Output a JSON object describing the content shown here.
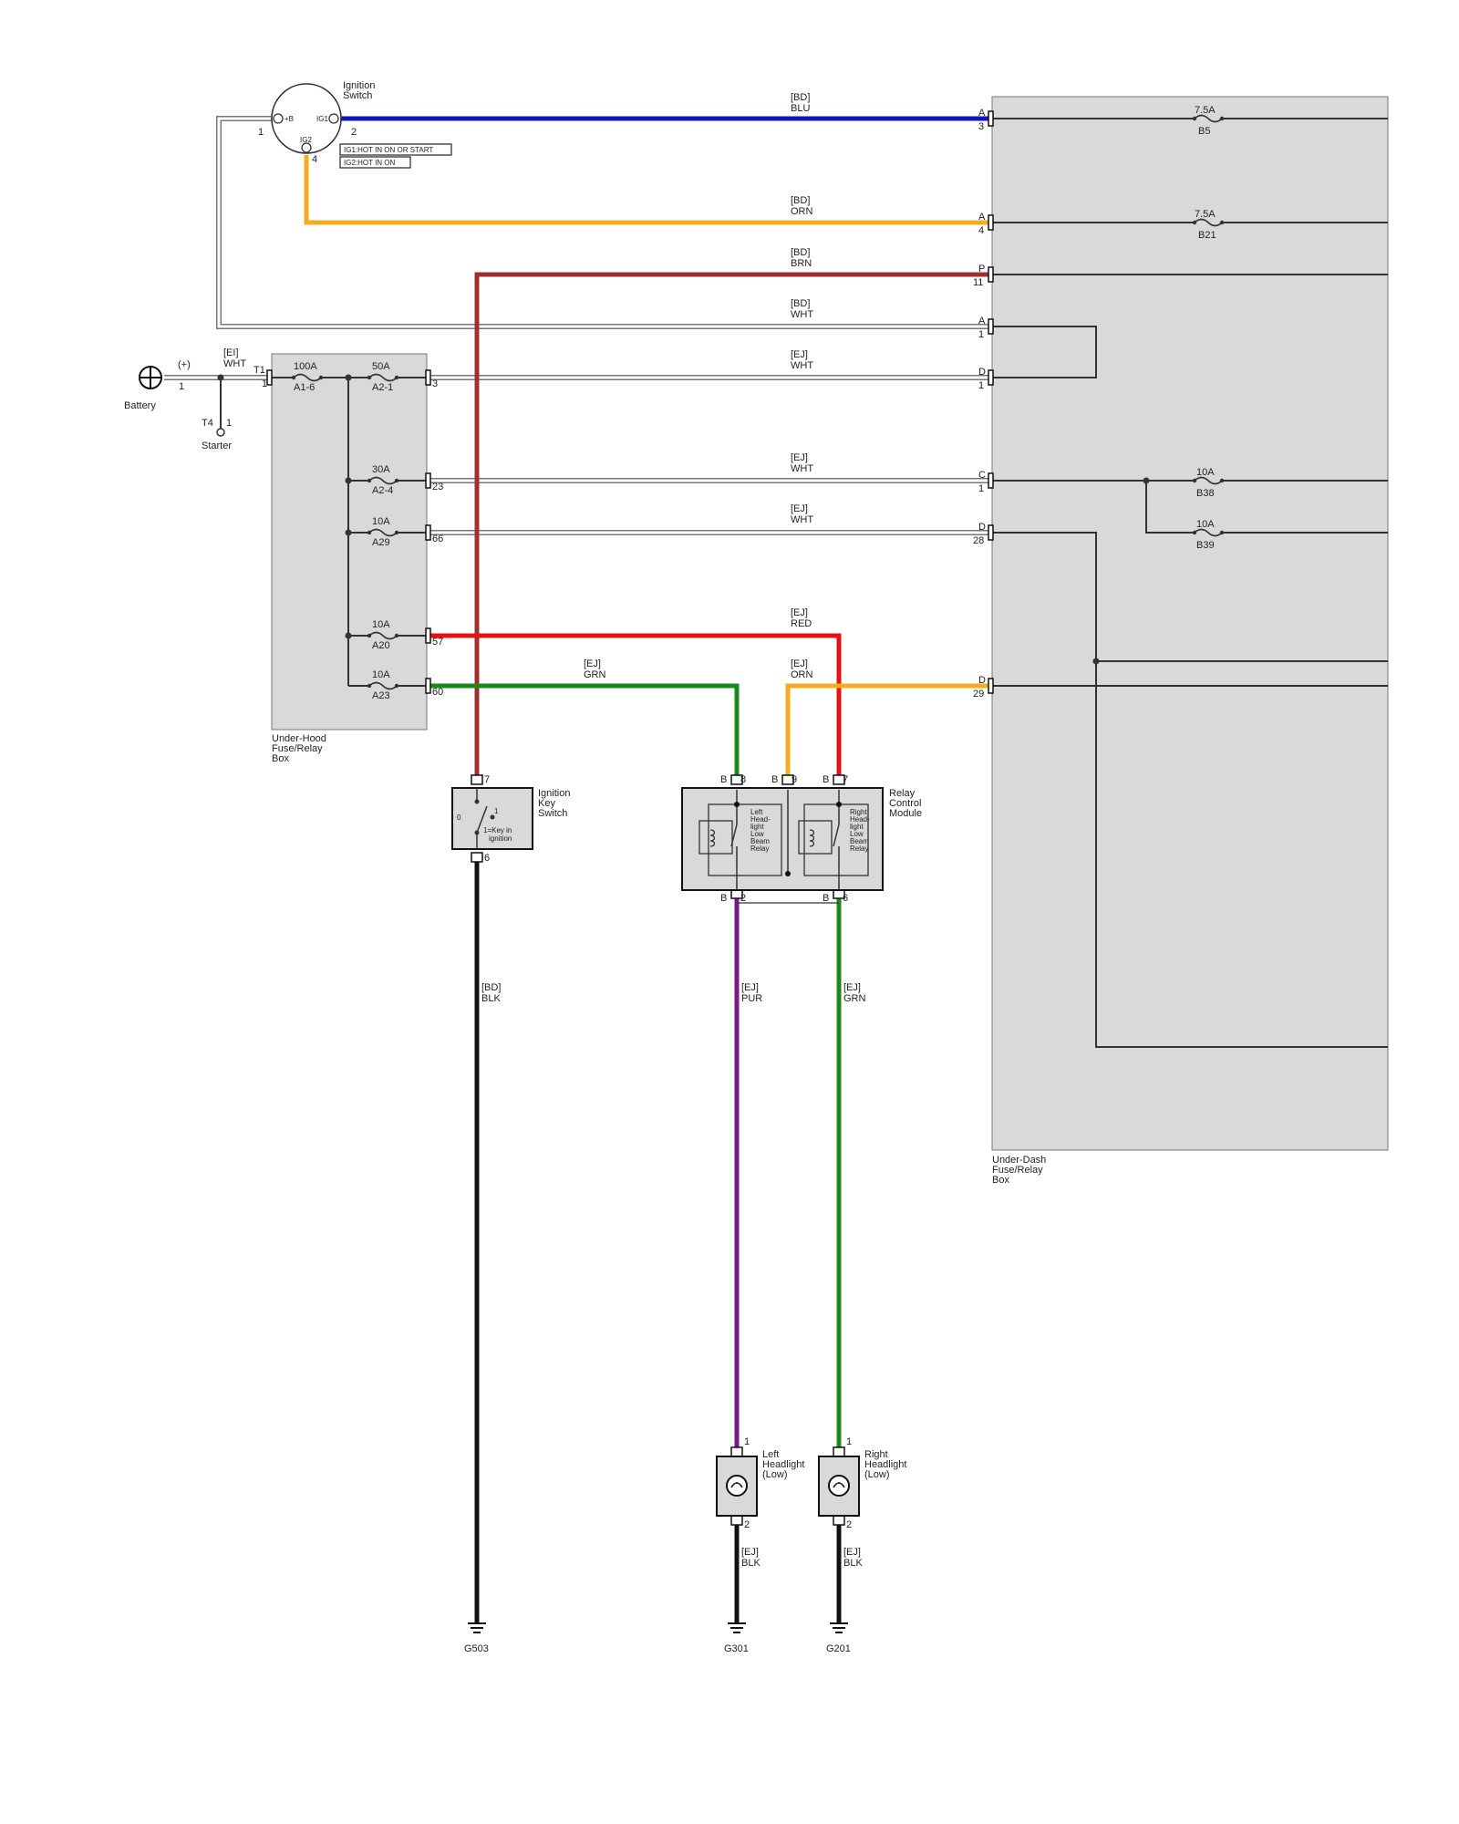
{
  "colors": {
    "blu": "#1010c8",
    "orn": "#f2ac1c",
    "brn": "#a03030",
    "red": "#e81010",
    "grn": "#1a8a1a",
    "pur": "#7a1a8a",
    "blk": "#111111",
    "wht": "#777777",
    "box": "#d9d9d9"
  },
  "ignition_switch": {
    "title1": "Ignition",
    "title2": "Switch",
    "pin_b": "+B",
    "pin_ig1": "IG1",
    "pin_ig2": "IG2",
    "pin1": "1",
    "pin2": "2",
    "pin4": "4",
    "note_ig1": "IG1:HOT IN ON OR START",
    "note_ig2": "IG2:HOT IN ON"
  },
  "battery": {
    "label": "Battery",
    "polarity": "(+)",
    "pin": "1"
  },
  "starter": {
    "label": "Starter",
    "conn": "T4",
    "pin": "1"
  },
  "underhood": {
    "line1": "Under-Hood",
    "line2": "Fuse/Relay",
    "line3": "Box",
    "t1": "T1",
    "t1pin": "1",
    "fuses": [
      {
        "rating": "100A",
        "id": "A1-6"
      },
      {
        "rating": "50A",
        "id": "A2-1"
      },
      {
        "rating": "30A",
        "id": "A2-4"
      },
      {
        "rating": "10A",
        "id": "A29"
      },
      {
        "rating": "10A",
        "id": "A20"
      },
      {
        "rating": "10A",
        "id": "A23"
      }
    ],
    "pins": [
      "3",
      "23",
      "66",
      "57",
      "60"
    ]
  },
  "underdash": {
    "line1": "Under-Dash",
    "line2": "Fuse/Relay",
    "line3": "Box",
    "fuses": [
      {
        "rating": "7.5A",
        "id": "B5"
      },
      {
        "rating": "7.5A",
        "id": "B21"
      },
      {
        "rating": "10A",
        "id": "B38"
      },
      {
        "rating": "10A",
        "id": "B39"
      }
    ],
    "conns": [
      {
        "letter": "A",
        "pin": "3"
      },
      {
        "letter": "A",
        "pin": "4"
      },
      {
        "letter": "P",
        "pin": "11"
      },
      {
        "letter": "A",
        "pin": "1"
      },
      {
        "letter": "D",
        "pin": "1"
      },
      {
        "letter": "C",
        "pin": "1"
      },
      {
        "letter": "D",
        "pin": "28"
      },
      {
        "letter": "D",
        "pin": "29"
      }
    ]
  },
  "wires": [
    {
      "harness": "[BD]",
      "color": "BLU"
    },
    {
      "harness": "[BD]",
      "color": "ORN"
    },
    {
      "harness": "[BD]",
      "color": "BRN"
    },
    {
      "harness": "[BD]",
      "color": "WHT"
    },
    {
      "harness": "[EJ]",
      "color": "WHT"
    },
    {
      "harness": "[EJ]",
      "color": "WHT"
    },
    {
      "harness": "[EJ]",
      "color": "WHT"
    },
    {
      "harness": "[EJ]",
      "color": "RED"
    },
    {
      "harness": "[EJ]",
      "color": "GRN"
    },
    {
      "harness": "[EJ]",
      "color": "ORN"
    },
    {
      "harness": "[BD]",
      "color": "BLK"
    },
    {
      "harness": "[EJ]",
      "color": "PUR"
    },
    {
      "harness": "[EJ]",
      "color": "GRN"
    },
    {
      "harness": "[EJ]",
      "color": "BLK"
    },
    {
      "harness": "[EJ]",
      "color": "BLK"
    },
    {
      "harness": "[EI]",
      "color": "WHT"
    }
  ],
  "ign_key_switch": {
    "line1": "Ignition",
    "line2": "Key",
    "line3": "Switch",
    "pin7": "7",
    "pin6": "6",
    "pos0": "0",
    "pos1": "1",
    "note1": "1=Key in",
    "note2": "ignition"
  },
  "relay_module": {
    "line1": "Relay",
    "line2": "Control",
    "line3": "Module",
    "left": [
      "Left",
      "Head-",
      "light",
      "Low",
      "Beam",
      "Relay"
    ],
    "right": [
      "Right",
      "Head-",
      "light",
      "Low",
      "Beam",
      "Relay"
    ],
    "conn": "B",
    "p8": "8",
    "p9": "9",
    "p7": "7",
    "p2": "2",
    "p6": "6"
  },
  "headlights": [
    {
      "line1": "Left",
      "line2": "Headlight",
      "line3": "(Low)",
      "pin1": "1",
      "pin2": "2",
      "ground": "G301"
    },
    {
      "line1": "Right",
      "line2": "Headlight",
      "line3": "(Low)",
      "pin1": "1",
      "pin2": "2",
      "ground": "G201"
    }
  ],
  "ground_g503": "G503"
}
